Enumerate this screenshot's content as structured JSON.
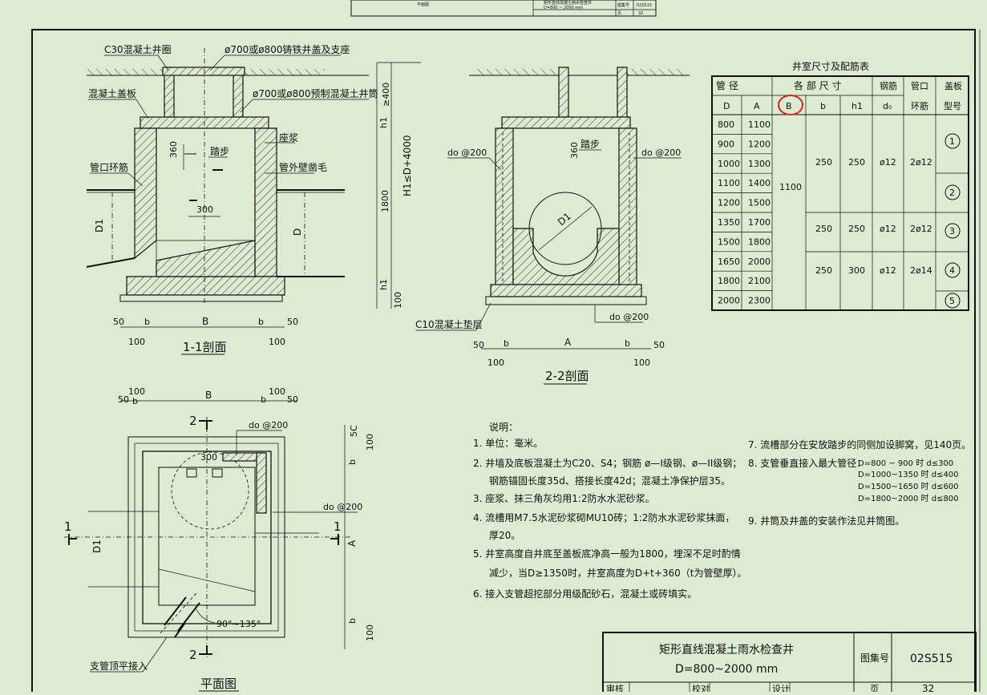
{
  "top_strip": {
    "row1": "矩形直线混凝土雨水检查井",
    "row2": "D=800 ~ 2000 mm",
    "atlas": "图集号",
    "atlas_no": "02S515",
    "page_label": "页",
    "page_no": "32",
    "left_label": "平面图"
  },
  "section1": {
    "labels": {
      "c30_ring": "C30混凝土井圈",
      "cover": "ø700或ø800铸铁井盖及支座",
      "slab": "混凝土盖板",
      "shaft": "ø700或ø800预制混凝土井筒",
      "mortar": "座浆",
      "step": "踏步",
      "ring_bar": "管口环筋",
      "rough": "管外壁凿毛",
      "d1": "D1",
      "d": "D",
      "b": "B",
      "bb": "b",
      "h1": "h1",
      "H1": "H1≤D+4000"
    },
    "dims": {
      "d400": "≥400",
      "d360": "360",
      "d300": "300",
      "d1800": "1800",
      "d100": "100",
      "d50": "50"
    },
    "title": "1-1剖面"
  },
  "section2": {
    "labels": {
      "do1": "do @200",
      "do2": "do @200",
      "do3": "do @200",
      "step": "踏步",
      "d1": "D1",
      "c10": "C10混凝土垫层",
      "a": "A",
      "bb": "b"
    },
    "dims": {
      "d360": "360",
      "d50": "50",
      "d100": "100"
    },
    "title": "2-2剖面"
  },
  "plan": {
    "labels": {
      "b": "B",
      "bb": "b",
      "do1": "do @200",
      "do2": "do @200",
      "d300": "300",
      "d1": "D1",
      "a": "A",
      "angle": "90°~135°",
      "branch": "支管顶平接入",
      "sec1": "1",
      "sec2": "2"
    },
    "dims": {
      "d50": "50",
      "d100": "100",
      "d5c": "5C"
    },
    "title": "平面图"
  },
  "table": {
    "title": "井室尺寸及配筋表",
    "h_pipe": "管 径",
    "h_sizes": "各 部 尺 寸",
    "h_rebar": "钢筋",
    "h_ring": "管口",
    "h_cover": "盖板",
    "sub": [
      "D",
      "A",
      "B",
      "b",
      "h1",
      "d₀",
      "环筋",
      "型号"
    ],
    "rows": [
      [
        "800",
        "1100"
      ],
      [
        "900",
        "1200"
      ],
      [
        "1000",
        "1300"
      ],
      [
        "1100",
        "1400"
      ],
      [
        "1200",
        "1500"
      ],
      [
        "1350",
        "1700"
      ],
      [
        "1500",
        "1800"
      ],
      [
        "1650",
        "2000"
      ],
      [
        "1800",
        "2100"
      ],
      [
        "2000",
        "2300"
      ]
    ],
    "b_value": "1100",
    "groups": [
      {
        "b": "250",
        "h1": "250",
        "do": "ø12",
        "ring": "2ø12"
      },
      {
        "b": "250",
        "h1": "250",
        "do": "ø12",
        "ring": "2ø12"
      },
      {
        "b": "250",
        "h1": "300",
        "do": "ø12",
        "ring": "2ø14"
      }
    ],
    "covers": [
      "1",
      "2",
      "3",
      "4",
      "5"
    ]
  },
  "notes": {
    "title": "说明：",
    "n1": "1. 单位：毫米。",
    "n2a": "2. 井墙及底板混凝土为C20、S4；钢筋 ø—I级钢、ø—II级钢；",
    "n2b": "钢筋锚固长度35d、搭接长度42d；混凝土净保护层35。",
    "n3": "3. 座浆、抹三角灰均用1:2防水水泥砂浆。",
    "n4a": "4. 流槽用M7.5水泥砂浆砌MU10砖；1:2防水水泥砂浆抹面，",
    "n4b": "厚20。",
    "n5a": "5. 井室高度自井底至盖板底净高一般为1800，埋深不足时酌情",
    "n5b": "减少，当D≥1350时，井室高度为D+t+360（t为管壁厚）。",
    "n6": "6. 接入支管超挖部分用级配砂石，混凝土或砖填实。",
    "n7": "7. 流槽部分在安放踏步的同侧加设脚窝，见140页。",
    "n8": "8. 支管垂直接入最大管径：",
    "n8a": "D=800 ~ 900 时 d≤300",
    "n8b": "D=1000~1350 时 d≤400",
    "n8c": "D=1500~1650 时 d≤600",
    "n8d": "D=1800~2000 时 d≤800",
    "n9": "9. 井筒及井盖的安装作法见井筒图。"
  },
  "title_block": {
    "title1": "矩形直线混凝土雨水检查井",
    "title2": "D=800~2000 mm",
    "atlas_label": "图集号",
    "atlas_no": "02S515",
    "review": "审核",
    "check": "校对",
    "design": "设计",
    "page_label": "页",
    "page_no": "32"
  },
  "colors": {
    "background": "#dcecd3",
    "ink": "#111111",
    "highlight": "#e02020"
  }
}
